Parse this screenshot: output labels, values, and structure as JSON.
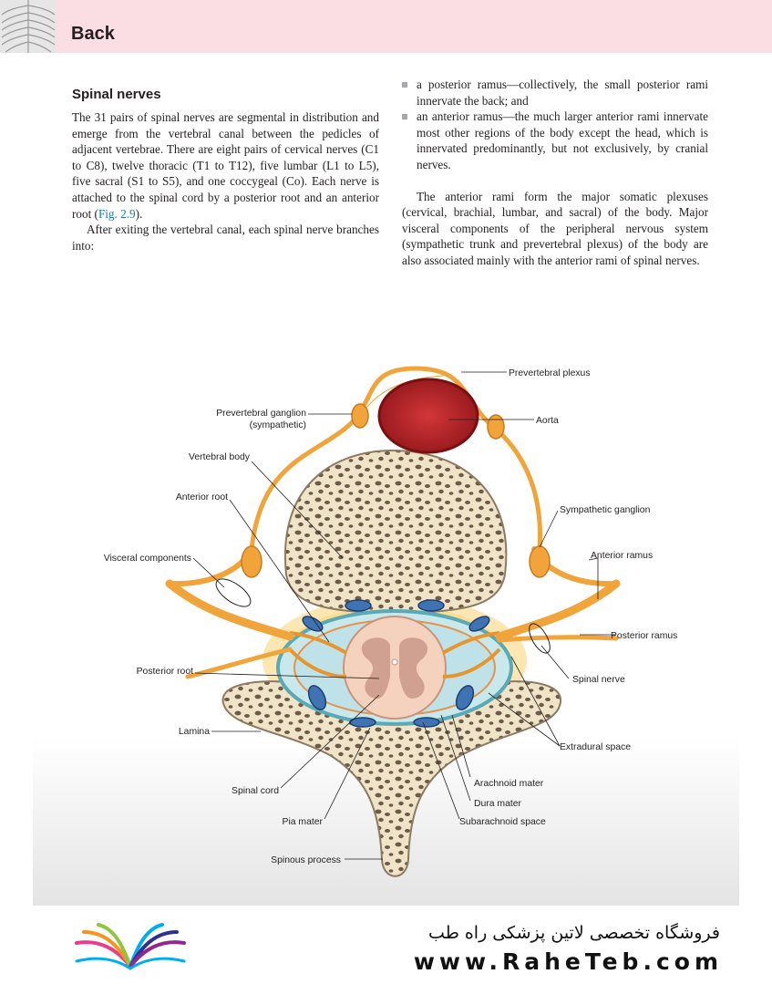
{
  "header": {
    "section_title": "Back"
  },
  "article": {
    "heading": "Spinal nerves",
    "para1": "The 31 pairs of spinal nerves are segmental in distribution and emerge from the vertebral canal between the pedicles of adjacent vertebrae. There are eight pairs of cervical nerves (C1 to C8), twelve thoracic (T1 to T12), five lumbar (L1 to L5), five sacral (S1 to S5), and one coccygeal (Co). Each nerve is attached to the spinal cord by a posterior root and an anterior root (",
    "fig_ref": "Fig. 2.9",
    "para1_end": ").",
    "para2": "After exiting the vertebral canal, each spinal nerve branches into:",
    "bullets": [
      "a posterior ramus—collectively, the small posterior rami innervate the back; and",
      "an anterior ramus—the much larger anterior rami innervate most other regions of the body except the head, which is innervated predominantly, but not exclusively, by cranial nerves."
    ],
    "para3": "The anterior rami form the major somatic plexuses (cervical, brachial, lumbar, and sacral) of the body. Major visceral components of the peripheral nervous system (sympathetic trunk and prevertebral plexus) of the body are also associated mainly with the anterior rami of spinal nerves."
  },
  "figure": {
    "labels": {
      "prevertebral_plexus": "Prevertebral plexus",
      "prevertebral_ganglion_1": "Prevertebral ganglion",
      "prevertebral_ganglion_2": "(sympathetic)",
      "aorta": "Aorta",
      "vertebral_body": "Vertebral body",
      "anterior_root": "Anterior root",
      "sympathetic_ganglion": "Sympathetic ganglion",
      "visceral_components": "Visceral components",
      "anterior_ramus": "Anterior ramus",
      "posterior_ramus": "Posterior ramus",
      "posterior_root": "Posterior root",
      "spinal_nerve": "Spinal nerve",
      "lamina": "Lamina",
      "extradural_space": "Extradural space",
      "arachnoid_mater": "Arachnoid mater",
      "spinal_cord": "Spinal cord",
      "dura_mater": "Dura mater",
      "pia_mater": "Pia mater",
      "subarachnoid_space": "Subarachnoid space",
      "spinous_process": "Spinous process"
    }
  },
  "footer": {
    "store_name": "فروشگاه تخصصی لاتین پزشکی  راه طب",
    "url": "www.RaheTeb.com"
  },
  "colors": {
    "header_bg": "#fbdde4",
    "link": "#1c75bc",
    "nerve": "#f0a43a",
    "aorta": "#c1272d"
  }
}
